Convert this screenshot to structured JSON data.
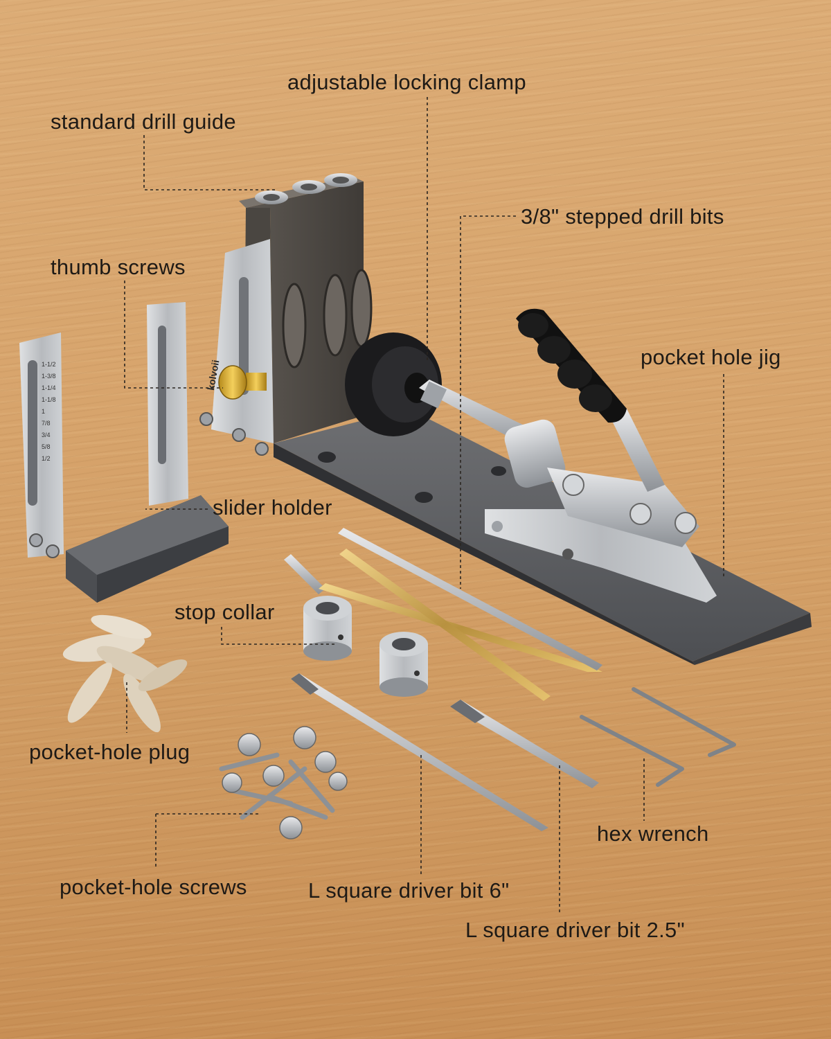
{
  "brand_mark": "kolvoii",
  "scale_marks": [
    "1-1/2",
    "1-3/8",
    "1-1/4",
    "1-1/8",
    "1",
    "7/8",
    "3/4",
    "5/8",
    "1/2"
  ],
  "callouts": {
    "adjustable_locking_clamp": "adjustable locking clamp",
    "standard_drill_guide": "standard drill guide",
    "stepped_drill_bits": "3/8\" stepped drill bits",
    "thumb_screws": "thumb screws",
    "pocket_hole_jig": "pocket hole jig",
    "slider_holder": "slider holder",
    "stop_collar": "stop collar",
    "pocket_hole_plug": "pocket-hole plug",
    "hex_wrench": "hex wrench",
    "pocket_hole_screws": "pocket-hole screws",
    "driver_bit_6": "L square driver bit 6\"",
    "driver_bit_2_5": "L square driver bit 2.5\""
  }
}
